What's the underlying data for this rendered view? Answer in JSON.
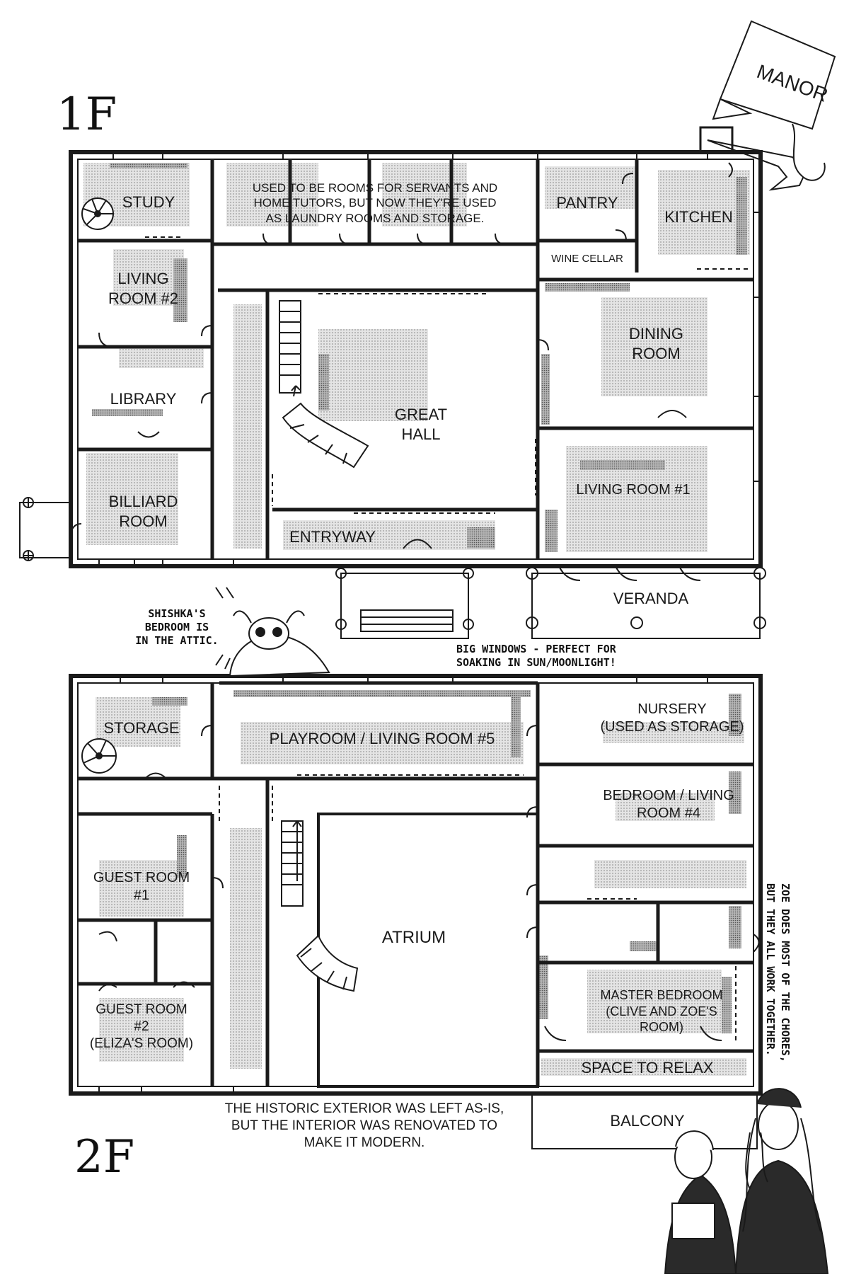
{
  "banner": {
    "title": "MANOR"
  },
  "floor1": {
    "label": "1F",
    "rooms": {
      "study": "STUDY",
      "living2": "LIVING\nROOM #2",
      "library": "LIBRARY",
      "billiard": "BILLIARD\nROOM",
      "servants_note": "USED TO BE ROOMS FOR SERVANTS AND\nHOME TUTORS, BUT NOW THEY'RE USED\nAS LAUNDRY ROOMS AND STORAGE.",
      "pantry": "PANTRY",
      "kitchen": "KITCHEN",
      "wine_cellar": "WINE CELLAR",
      "dining": "DINING\nROOM",
      "great_hall": "GREAT\nHALL",
      "living1": "LIVING ROOM #1",
      "entryway": "ENTRYWAY",
      "veranda": "VERANDA"
    }
  },
  "floor2": {
    "label": "2F",
    "rooms": {
      "storage": "STORAGE",
      "playroom": "PLAYROOM / LIVING ROOM #5",
      "nursery": "NURSERY\n(USED AS STORAGE)",
      "bedroom4": "BEDROOM / LIVING\nROOM #4",
      "guest1": "GUEST ROOM\n#1",
      "guest2": "GUEST ROOM\n#2\n(ELIZA'S ROOM)",
      "atrium": "ATRIUM",
      "master": "MASTER BEDROOM\n(CLIVE AND ZOE'S\nROOM)",
      "relax": "SPACE TO RELAX",
      "balcony": "BALCONY"
    }
  },
  "notes": {
    "shishka": "SHISHKA'S\nBEDROOM IS\nIN THE ATTIC.",
    "windows": "BIG WINDOWS - PERFECT FOR\nSOAKING IN SUN/MOONLIGHT!",
    "exterior": "THE HISTORIC EXTERIOR WAS LEFT AS-IS,\nBUT THE INTERIOR WAS RENOVATED TO\nMAKE IT MODERN.",
    "chores": "ZOE DOES MOST OF THE CHORES,\nBUT THEY ALL WORK TOGETHER."
  },
  "colors": {
    "ink": "#1a1a1a",
    "tone": "#d6d6d6",
    "tone_dark": "#a8a8a8"
  }
}
